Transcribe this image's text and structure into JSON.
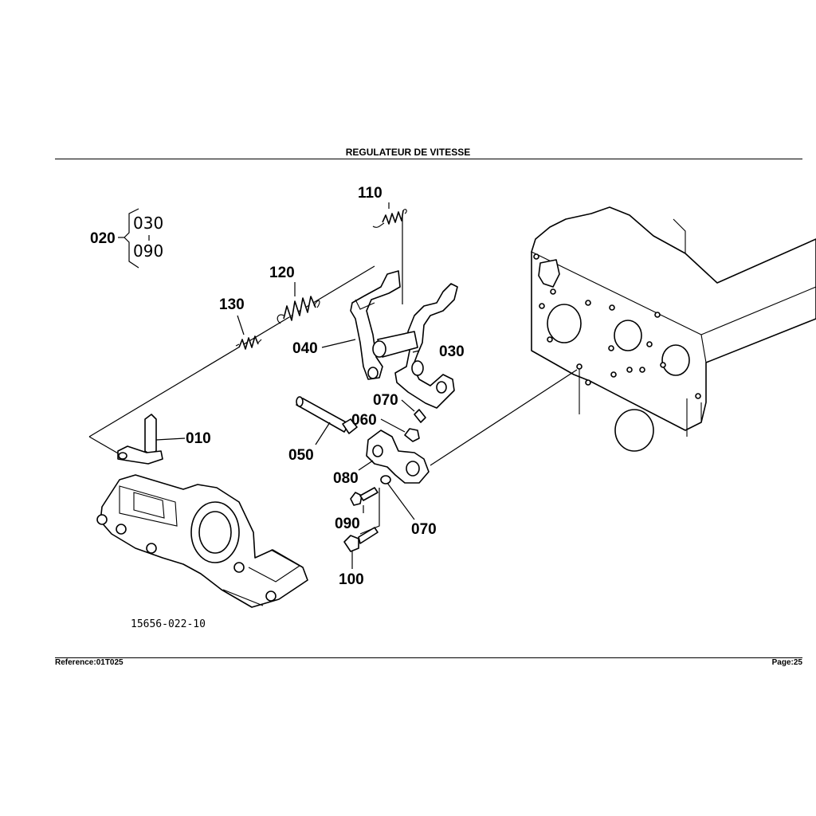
{
  "header": {
    "title": "REGULATEUR DE VITESSE"
  },
  "footer": {
    "reference": "Reference:01T025",
    "page": "Page:25"
  },
  "diagram": {
    "drawing_number": "15656-022-10",
    "group_label": "020",
    "group_members": [
      "030",
      "090"
    ],
    "callouts": {
      "c010": "010",
      "c030": "030",
      "c040": "040",
      "c050": "050",
      "c060": "060",
      "c070a": "070",
      "c070b": "070",
      "c080": "080",
      "c090": "090",
      "c100": "100",
      "c110": "110",
      "c120": "120",
      "c130": "130"
    }
  }
}
